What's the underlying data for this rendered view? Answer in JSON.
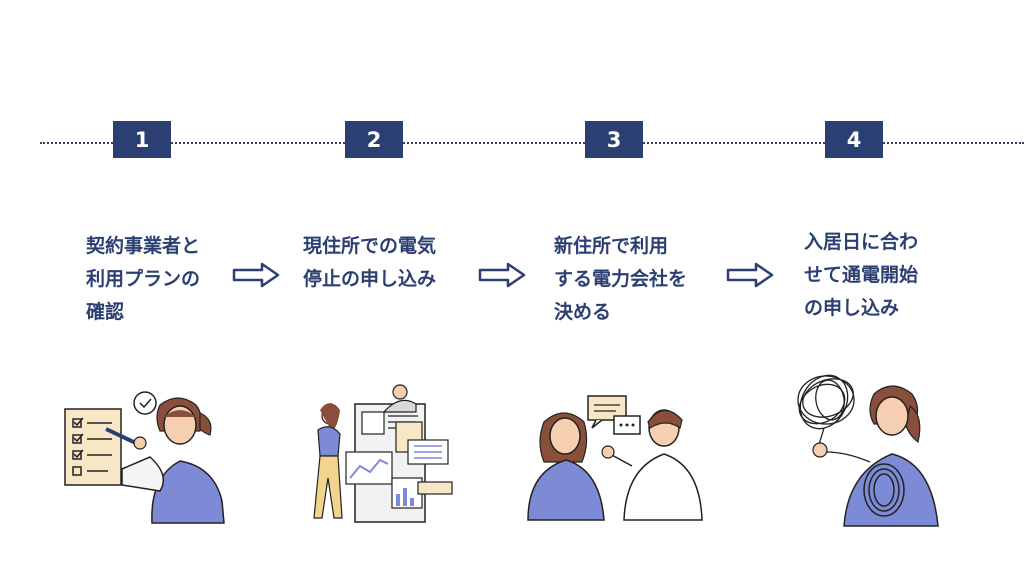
{
  "steps": [
    {
      "number": "1",
      "lines": [
        "契約事業者と",
        "利用プランの",
        "確認"
      ]
    },
    {
      "number": "2",
      "lines": [
        "現住所での電気",
        "停止の申し込み"
      ]
    },
    {
      "number": "3",
      "lines": [
        "新住所で利用",
        "する電力会社を",
        "決める"
      ]
    },
    {
      "number": "4",
      "lines": [
        "入居日に合わ",
        "せて通電開始",
        "の申し込み"
      ]
    }
  ],
  "colors": {
    "navy": "#2c3f72",
    "accent_purple": "#7d8bd6",
    "skin": "#f6cfb0",
    "paper": "#f8e7c7",
    "hair": "#8a4f3b"
  },
  "icons": [
    "right-arrow-icon",
    "right-arrow-icon",
    "right-arrow-icon"
  ]
}
